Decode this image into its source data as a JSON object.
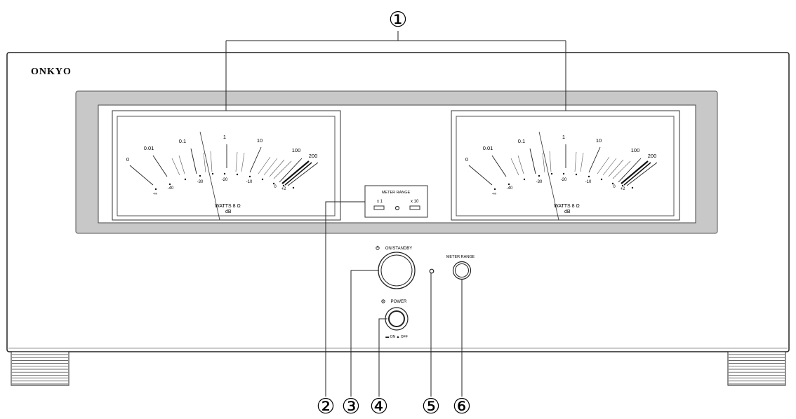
{
  "brand": "ONKYO",
  "callouts": [
    "①",
    "②",
    "③",
    "④",
    "⑤",
    "⑥"
  ],
  "meter": {
    "watts_scale": [
      "0",
      "0.01",
      "0.1",
      "1",
      "10",
      "100",
      "200"
    ],
    "db_scale": [
      "-∞",
      "-40",
      "-30",
      "-20",
      "-10",
      "0",
      "+2"
    ],
    "unit_watts": "WATTS 8 Ω",
    "unit_db": "dB"
  },
  "meter_range_panel": {
    "title": "METER RANGE",
    "x1": "x 1",
    "x10": "x 10"
  },
  "controls": {
    "on_standby": "ON/STANDBY",
    "power": "POWER",
    "power_positions": "▬ ON ▲ OFF",
    "meter_range_button": "METER RANGE"
  }
}
